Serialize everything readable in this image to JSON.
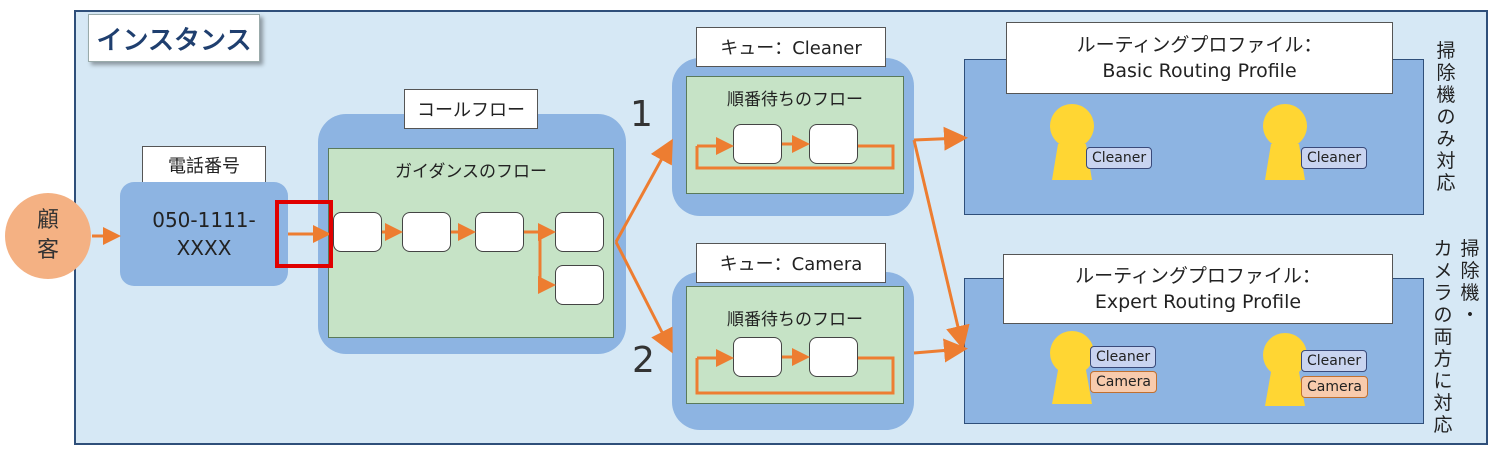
{
  "instance": {
    "label": "インスタンス"
  },
  "customer": {
    "line1": "顧",
    "line2": "客"
  },
  "phone": {
    "label": "電話番号",
    "line1": "050-1111-",
    "line2": "XXXX"
  },
  "call_flow": {
    "label": "コールフロー",
    "inner_title": "ガイダンスのフロー"
  },
  "queues": [
    {
      "label": "キュー：Cleaner",
      "inner_title": "順番待ちのフロー",
      "number": "1"
    },
    {
      "label": "キュー：Camera",
      "inner_title": "順番待ちのフロー",
      "number": "2"
    }
  ],
  "profiles": [
    {
      "title_line1": "ルーティングプロファイル：",
      "title_line2": "Basic Routing Profile",
      "agents": [
        {
          "skills": [
            "Cleaner"
          ]
        },
        {
          "skills": [
            "Cleaner"
          ]
        }
      ],
      "side_note": [
        "掃",
        "除",
        "機",
        "の",
        "み",
        "対",
        "応"
      ]
    },
    {
      "title_line1": "ルーティングプロファイル：",
      "title_line2": "Expert Routing Profile",
      "agents": [
        {
          "skills": [
            "Cleaner",
            "Camera"
          ]
        },
        {
          "skills": [
            "Cleaner",
            "Camera"
          ]
        }
      ],
      "side_note_col1": [
        "カ",
        "メ",
        "ラ",
        "の",
        "両",
        "方",
        "に",
        "対",
        "応"
      ],
      "side_note_col2": [
        "掃",
        "除",
        "機",
        "・"
      ]
    }
  ],
  "colors": {
    "arrow": "#ed7d31",
    "highlight": "#e00000",
    "agent": "#ffd633"
  }
}
